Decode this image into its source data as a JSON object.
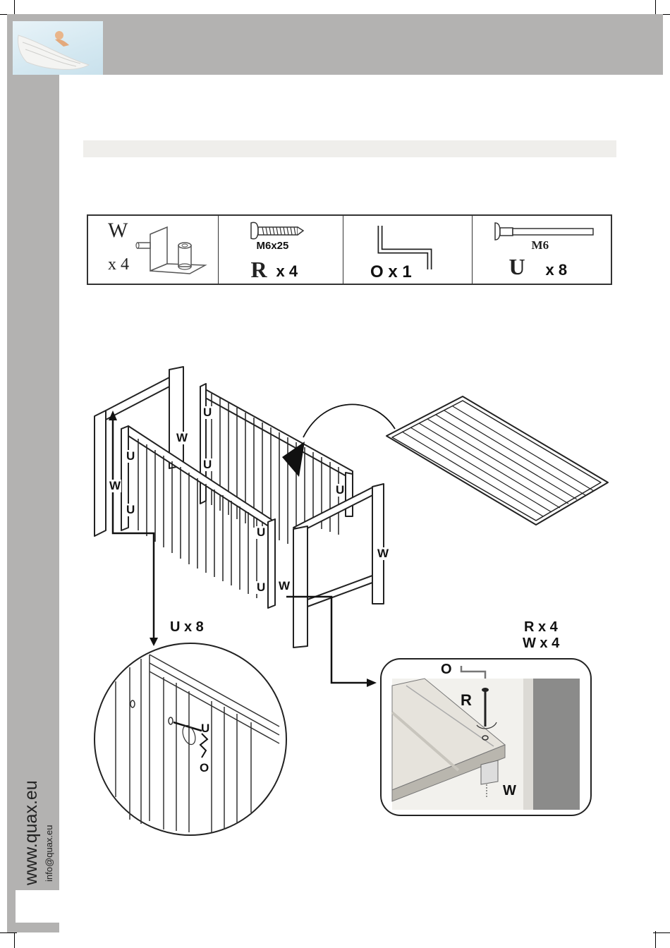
{
  "sidebar": {
    "website": "www.quax.eu",
    "email": "info@quax.eu"
  },
  "parts": [
    {
      "letter": "W",
      "qty": "x 4"
    },
    {
      "spec": "M6x25",
      "letter": "R",
      "qty": "x 4"
    },
    {
      "label": "O x 1"
    },
    {
      "spec": "M6",
      "letter": "U",
      "qty": "x 8"
    }
  ],
  "diagram": {
    "labels_U": [
      "U",
      "U",
      "U",
      "U",
      "U",
      "U",
      "U",
      "U"
    ],
    "labels_W": [
      "W",
      "W",
      "W",
      "W"
    ],
    "detail_left_caption": "U x 8",
    "detail_right_caption_1": "R x 4",
    "detail_right_caption_2": "W x 4",
    "zoom_left": {
      "u": "U",
      "o": "O"
    },
    "zoom_right": {
      "o": "O",
      "r": "R",
      "w": "W"
    }
  },
  "colors": {
    "sidebar_gray": "#b3b2b1",
    "section_bar": "#efeeeb",
    "line": "#222222"
  }
}
